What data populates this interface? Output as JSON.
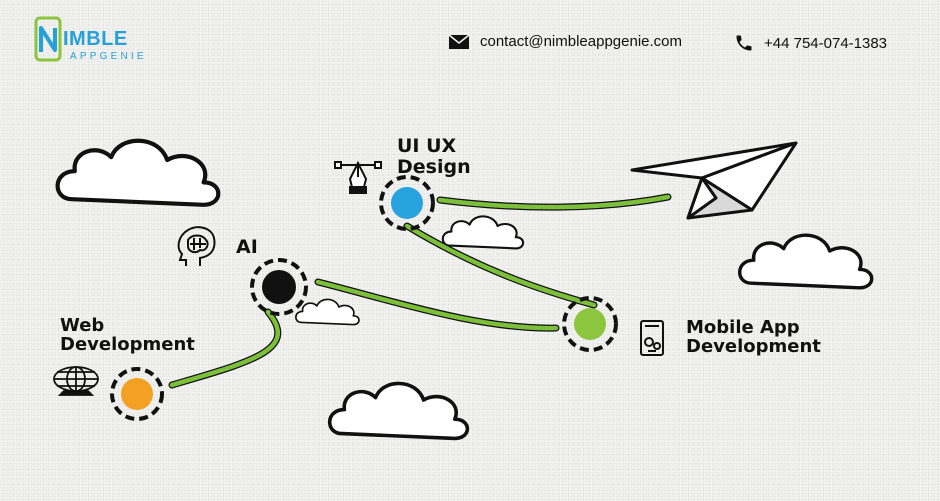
{
  "brand": {
    "name": "IMBLE",
    "sub": "APPGENIE",
    "colors": {
      "primary": "#27a0d8",
      "accent": "#8cc63f"
    }
  },
  "contact": {
    "email": "contact@nimbleappgenie.com",
    "email_icon": "envelope-icon",
    "phone": "+44 754-074-1383",
    "phone_icon": "phone-icon"
  },
  "steps": [
    {
      "label": "Web\nDevelopment",
      "color": "#f4a023",
      "icon": "globe-icon"
    },
    {
      "label": "AI",
      "color": "#111111",
      "icon": "brain-head-icon"
    },
    {
      "label": "Mobile App\nDevelopment",
      "color": "#8cc63f",
      "icon": "mobile-settings-icon"
    },
    {
      "label": "UI UX\nDesign",
      "color": "#29a3e0",
      "icon": "pen-tool-icon"
    }
  ],
  "path_color": "#7cbf3a",
  "end_icon": "paper-plane-icon"
}
